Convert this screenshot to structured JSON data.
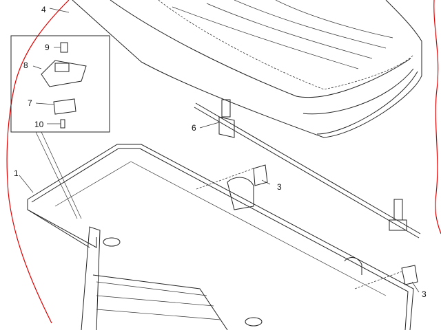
{
  "callouts": {
    "c1": "1",
    "c3a": "3",
    "c3b": "3",
    "c4": "4",
    "c6": "6",
    "c7": "7",
    "c8": "8",
    "c9": "9",
    "c10": "10"
  },
  "colors": {
    "outline": "#222222",
    "highlight": "#e00000"
  }
}
